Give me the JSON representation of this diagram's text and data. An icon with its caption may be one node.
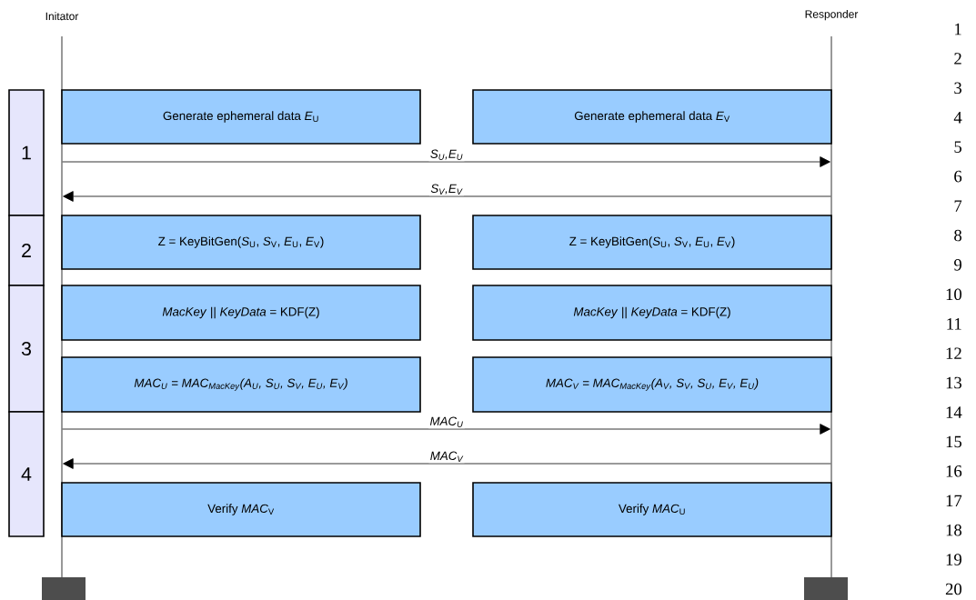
{
  "diagram": {
    "nodes": [
      {
        "text": [
          "Initator"
        ]
      },
      {
        "text": [
          "Responder"
        ]
      },
      {
        "text": [
          "1"
        ]
      },
      {
        "text": [
          "Generate ephemeral data *E*$_{U}$"
        ]
      },
      {
        "text": [
          "Generate ephemeral data *E*$_{V}$"
        ]
      },
      {
        "text": [
          "2"
        ]
      },
      {
        "text": [
          "Z = KeyBitGen(*S*$_{U}$, *S*$_{V}$, *E*$_{U}$, *E*$_{V}$)"
        ]
      },
      {
        "text": [
          "Z = KeyBitGen(*S*$_{U}$, *S*$_{V}$, *E*$_{U}$, *E*$_{V}$)"
        ]
      },
      {
        "text": [
          "3"
        ]
      },
      {
        "text": [
          "*MacKey* || *KeyData* = KDF(Z)"
        ]
      },
      {
        "text": [
          "*MacKey* || *KeyData* = KDF(Z)"
        ]
      },
      {
        "text": [
          "MAC$_{U}$ = MAC$_{MacKey}$(A$_{U}$, S$_{U}$, S$_{V}$, E$_{U}$, E$_{V}$)"
        ]
      },
      {
        "text": [
          "MAC$_{V}$ = MAC$_{MacKey}$(A$_{V}$, S$_{V}$, S$_{U}$, E$_{V}$, E$_{U}$)"
        ]
      },
      {
        "text": [
          "4"
        ]
      },
      {
        "text": [
          "Verify *MAC*$_{V}$"
        ]
      },
      {
        "text": [
          "Verify *MAC*$_{U}$"
        ]
      }
    ],
    "edges": [
      {
        "from": 0,
        "to": 1,
        "arrow": "to",
        "label": "S$_{U}$,E$_{U}$"
      },
      {
        "from": 1,
        "to": 0,
        "arrow": "to",
        "label": "S$_{V}$,E$_{V}$"
      },
      {
        "from": 0,
        "to": 1,
        "arrow": "to",
        "label": "MAC$_{U}$"
      },
      {
        "from": 1,
        "to": 0,
        "arrow": "to",
        "label": "MAC$_{V}$"
      }
    ],
    "labels": [
      "1",
      "2",
      "3",
      "4",
      "5",
      "6",
      "7",
      "8",
      "9",
      "10",
      "11",
      "12",
      "13",
      "14",
      "15",
      "16",
      "17",
      "18",
      "19",
      "20"
    ]
  }
}
